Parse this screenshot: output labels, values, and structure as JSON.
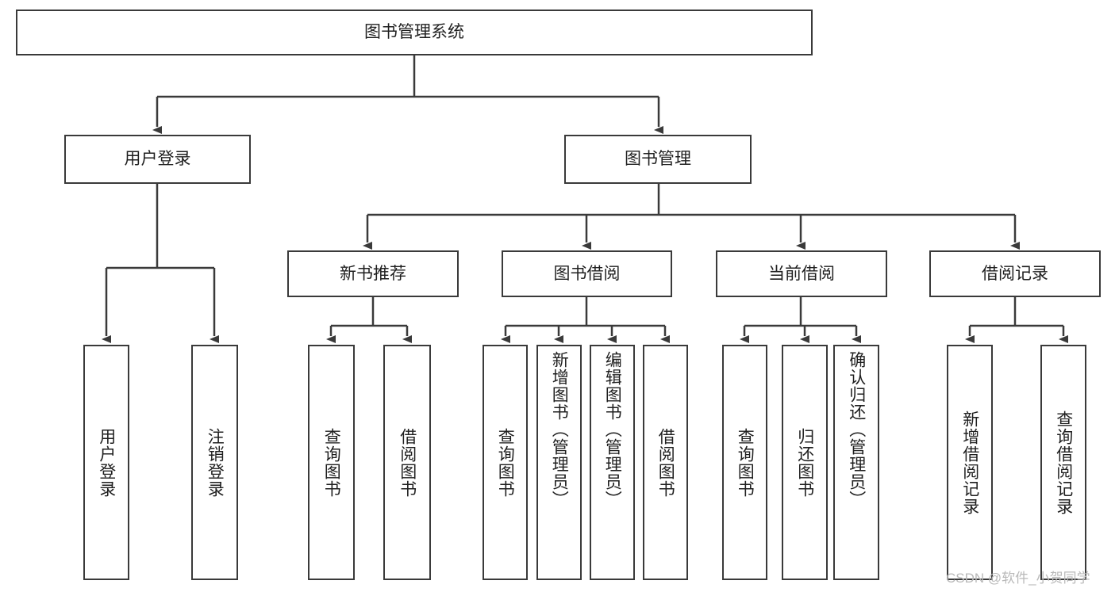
{
  "diagram": {
    "type": "tree",
    "title": "图书管理系统",
    "root": {
      "label": "图书管理系统"
    },
    "level2": [
      {
        "label": "用户登录"
      },
      {
        "label": "图书管理"
      }
    ],
    "level3": [
      {
        "label": "新书推荐"
      },
      {
        "label": "图书借阅"
      },
      {
        "label": "当前借阅"
      },
      {
        "label": "借阅记录"
      }
    ],
    "leaves": [
      {
        "label": "用户登录",
        "parent": "用户登录"
      },
      {
        "label": "注销登录",
        "parent": "用户登录"
      },
      {
        "label": "查询图书",
        "parent": "新书推荐"
      },
      {
        "label": "借阅图书",
        "parent": "新书推荐"
      },
      {
        "label": "查询图书",
        "parent": "图书借阅"
      },
      {
        "label": "新增图书（管理员）",
        "parent": "图书借阅"
      },
      {
        "label": "编辑图书（管理员）",
        "parent": "图书借阅"
      },
      {
        "label": "借阅图书",
        "parent": "图书借阅"
      },
      {
        "label": "查询图书",
        "parent": "当前借阅"
      },
      {
        "label": "归还图书",
        "parent": "当前借阅"
      },
      {
        "label": "确认归还（管理员）",
        "parent": "当前借阅"
      },
      {
        "label": "新增借阅记录",
        "parent": "借阅记录"
      },
      {
        "label": "查询借阅记录",
        "parent": "借阅记录"
      }
    ]
  },
  "watermark": {
    "text": "CSDN @软件_小贺同学"
  },
  "colors": {
    "stroke": "#3a3a3a",
    "text": "#1f1f1f",
    "background": "#ffffff",
    "watermark": "#b9b9b9"
  }
}
